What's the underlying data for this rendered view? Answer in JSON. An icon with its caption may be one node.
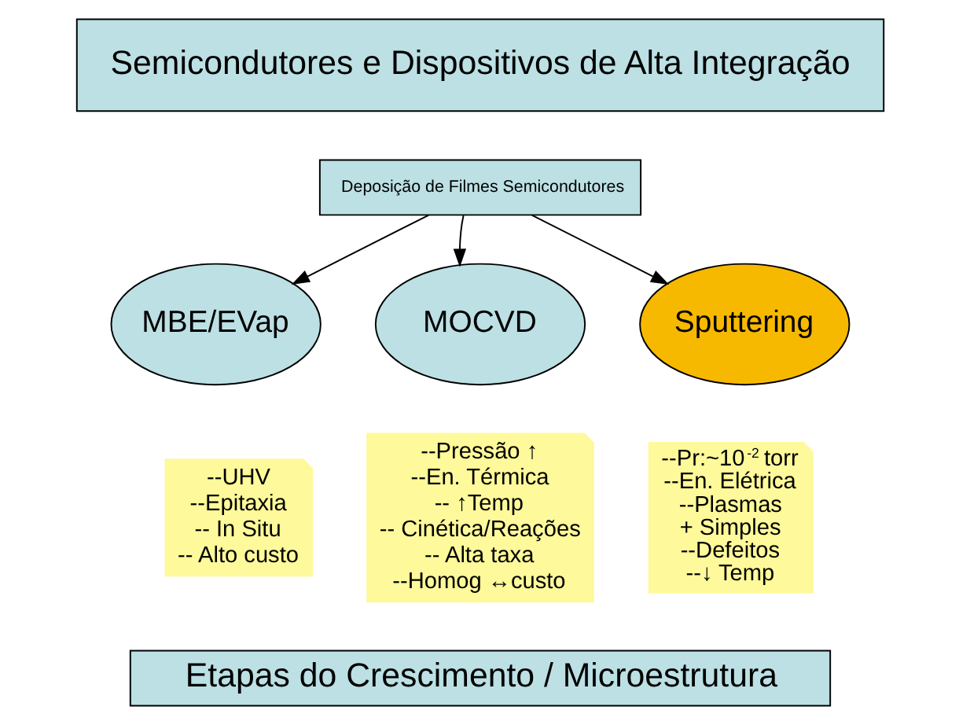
{
  "diagram": {
    "nodes": [
      {
        "text": [
          "Semicondutores e Dispositivos de Alta Integração"
        ]
      },
      {
        "text": [
          "Deposição de Filmes Semicondutores"
        ]
      },
      {
        "text": [
          "MBE/EVap"
        ]
      },
      {
        "text": [
          "MOCVD"
        ]
      },
      {
        "text": [
          "Sputtering"
        ]
      },
      {
        "text": [
          "--UHV",
          "--Epitaxia",
          "-- In Situ",
          "-- Alto custo"
        ]
      },
      {
        "text": [
          "--Pressão ↑",
          "--En. Térmica",
          "-- ↑Temp",
          "-- Cinética/Reações",
          "-- Alta taxa",
          "--Homog ↔custo"
        ]
      },
      {
        "text": [
          "--Pr:~10$^{-2}$ torr",
          "--En. Elétrica",
          "--Plasmas",
          "+ Simples",
          "--Defeitos",
          "--↓ Temp"
        ]
      },
      {
        "text": [
          "Etapas do Crescimento / Microestrutura"
        ]
      }
    ],
    "edges": [
      {
        "from": 1,
        "to": 2,
        "arrow": "to"
      },
      {
        "from": 1,
        "to": 3,
        "arrow": "to"
      },
      {
        "from": 1,
        "to": 4,
        "arrow": "to"
      }
    ]
  }
}
